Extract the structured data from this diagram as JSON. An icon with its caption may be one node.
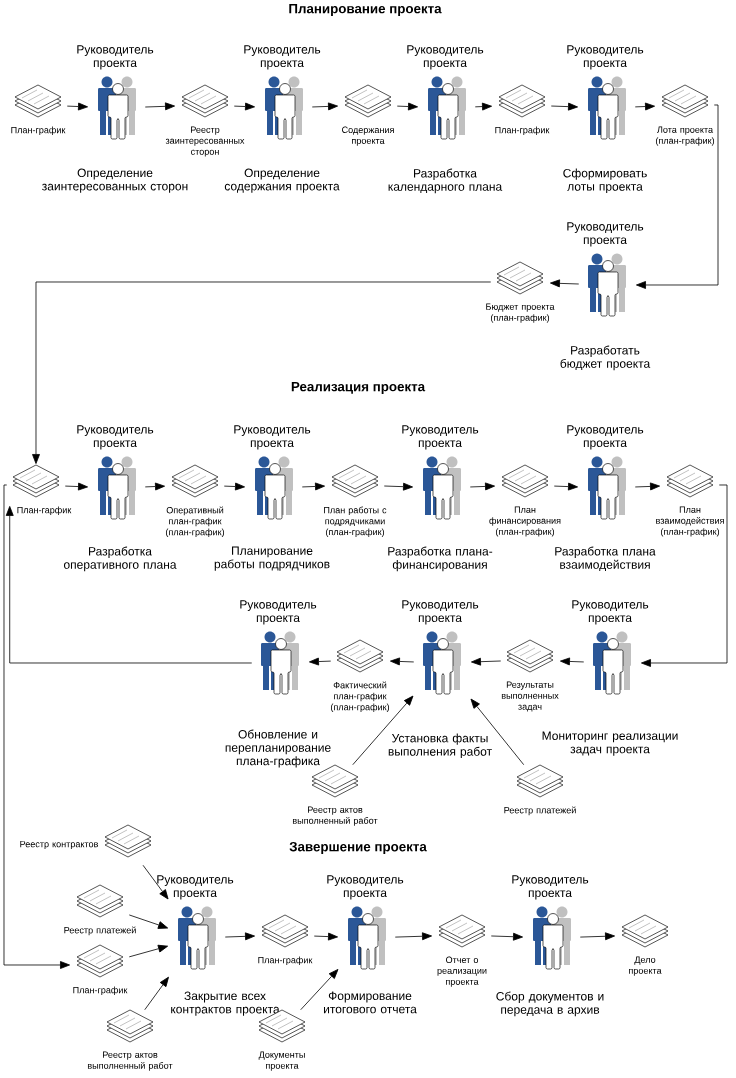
{
  "diagram": {
    "nodes": [
      {
        "text": [
          "План-график"
        ]
      },
      {
        "text": [
          "Руководитель проекта",
          "Определение заинтересованных сторон"
        ]
      },
      {
        "text": [
          "Реестр заинтересованных сторон"
        ]
      },
      {
        "text": [
          "Руководитель проекта",
          "Определение содержания проекта"
        ]
      },
      {
        "text": [
          "Содержания проекта"
        ]
      },
      {
        "text": [
          "Руководитель проекта",
          "Разработка календарного плана"
        ]
      },
      {
        "text": [
          "План-график"
        ]
      },
      {
        "text": [
          "Руководитель проекта",
          "Сформировать лоты проекта"
        ]
      },
      {
        "text": [
          "Лота проекта (план-график)"
        ]
      },
      {
        "text": [
          "Руководитель проекта",
          "Разработать бюджет проекта"
        ]
      },
      {
        "text": [
          "Бюджет проекта (план-график)"
        ]
      },
      {
        "text": [
          "План-гарфик"
        ]
      },
      {
        "text": [
          "Руководитель проекта",
          "Разработка оперативного плана"
        ]
      },
      {
        "text": [
          "Оперативный план-график (план-график)"
        ]
      },
      {
        "text": [
          "Руководитель проекта",
          "Планирование работы подрядчиков"
        ]
      },
      {
        "text": [
          "План работы с подрядчиками (план-график)"
        ]
      },
      {
        "text": [
          "Руководитель проекта",
          "Разработка плана-финансирования"
        ]
      },
      {
        "text": [
          "План финансирования (план-график)"
        ]
      },
      {
        "text": [
          "Руководитель проекта",
          "Разработка плана взаимодействия"
        ]
      },
      {
        "text": [
          "План взаимодействия (план-график)"
        ]
      },
      {
        "text": [
          "Руководитель проекта",
          "Мониторинг реализации задач проекта"
        ]
      },
      {
        "text": [
          "Результаты выполненных задач"
        ]
      },
      {
        "text": [
          "Руководитель проекта",
          "Установка факты выполнения работ"
        ]
      },
      {
        "text": [
          "Фактический план-график (план-график)"
        ]
      },
      {
        "text": [
          "Руководитель проекта",
          "Обновление и перепланирование плана-графика"
        ]
      },
      {
        "text": [
          "Реестр актов выполненный работ"
        ]
      },
      {
        "text": [
          "Реестр платежей"
        ]
      },
      {
        "text": [
          "Реестр контрактов"
        ]
      },
      {
        "text": [
          "Реестр платежей"
        ]
      },
      {
        "text": [
          "План-график"
        ]
      },
      {
        "text": [
          "Реестр актов выполненный работ"
        ]
      },
      {
        "text": [
          "Руководитель проекта",
          "Закрытие всех контрактов проекта"
        ]
      },
      {
        "text": [
          "План-график"
        ]
      },
      {
        "text": [
          "Руководитель проекта",
          "Формирование итогового отчета"
        ]
      },
      {
        "text": [
          "Документы проекта"
        ]
      },
      {
        "text": [
          "Отчет о реализации проекта"
        ]
      },
      {
        "text": [
          "Руководитель проекта",
          "Сбор документов и передача в архив"
        ]
      },
      {
        "text": [
          "Дело проекта"
        ]
      }
    ],
    "edges": [
      {
        "from": 0,
        "to": 1,
        "arrow": "to"
      },
      {
        "from": 1,
        "to": 2,
        "arrow": "to"
      },
      {
        "from": 2,
        "to": 3,
        "arrow": "to"
      },
      {
        "from": 3,
        "to": 4,
        "arrow": "to"
      },
      {
        "from": 4,
        "to": 5,
        "arrow": "to"
      },
      {
        "from": 5,
        "to": 6,
        "arrow": "to"
      },
      {
        "from": 6,
        "to": 7,
        "arrow": "to"
      },
      {
        "from": 7,
        "to": 8,
        "arrow": "to"
      },
      {
        "from": 8,
        "to": 9,
        "arrow": "to"
      },
      {
        "from": 9,
        "to": 10,
        "arrow": "to"
      },
      {
        "from": 10,
        "to": 11,
        "arrow": "to"
      },
      {
        "from": 11,
        "to": 12,
        "arrow": "to"
      },
      {
        "from": 12,
        "to": 13,
        "arrow": "to"
      },
      {
        "from": 13,
        "to": 14,
        "arrow": "to"
      },
      {
        "from": 14,
        "to": 15,
        "arrow": "to"
      },
      {
        "from": 15,
        "to": 16,
        "arrow": "to"
      },
      {
        "from": 16,
        "to": 17,
        "arrow": "to"
      },
      {
        "from": 17,
        "to": 18,
        "arrow": "to"
      },
      {
        "from": 18,
        "to": 19,
        "arrow": "to"
      },
      {
        "from": 19,
        "to": 20,
        "arrow": "to"
      },
      {
        "from": 20,
        "to": 21,
        "arrow": "to"
      },
      {
        "from": 21,
        "to": 22,
        "arrow": "to"
      },
      {
        "from": 22,
        "to": 23,
        "arrow": "to"
      },
      {
        "from": 23,
        "to": 24,
        "arrow": "to"
      },
      {
        "from": 24,
        "to": 11,
        "arrow": "to"
      },
      {
        "from": 25,
        "to": 22,
        "arrow": "to"
      },
      {
        "from": 26,
        "to": 22,
        "arrow": "to"
      },
      {
        "from": 11,
        "to": 29,
        "arrow": "to"
      },
      {
        "from": 27,
        "to": 31,
        "arrow": "to"
      },
      {
        "from": 28,
        "to": 31,
        "arrow": "to"
      },
      {
        "from": 29,
        "to": 31,
        "arrow": "to"
      },
      {
        "from": 30,
        "to": 31,
        "arrow": "to"
      },
      {
        "from": 31,
        "to": 32,
        "arrow": "to"
      },
      {
        "from": 32,
        "to": 33,
        "arrow": "to"
      },
      {
        "from": 34,
        "to": 33,
        "arrow": "to"
      },
      {
        "from": 33,
        "to": 35,
        "arrow": "to"
      },
      {
        "from": 35,
        "to": 36,
        "arrow": "to"
      },
      {
        "from": 36,
        "to": 37,
        "arrow": "to"
      }
    ],
    "labels": [
      "Планирование проекта",
      "Реализация проекта",
      "Завершение проекта"
    ]
  }
}
